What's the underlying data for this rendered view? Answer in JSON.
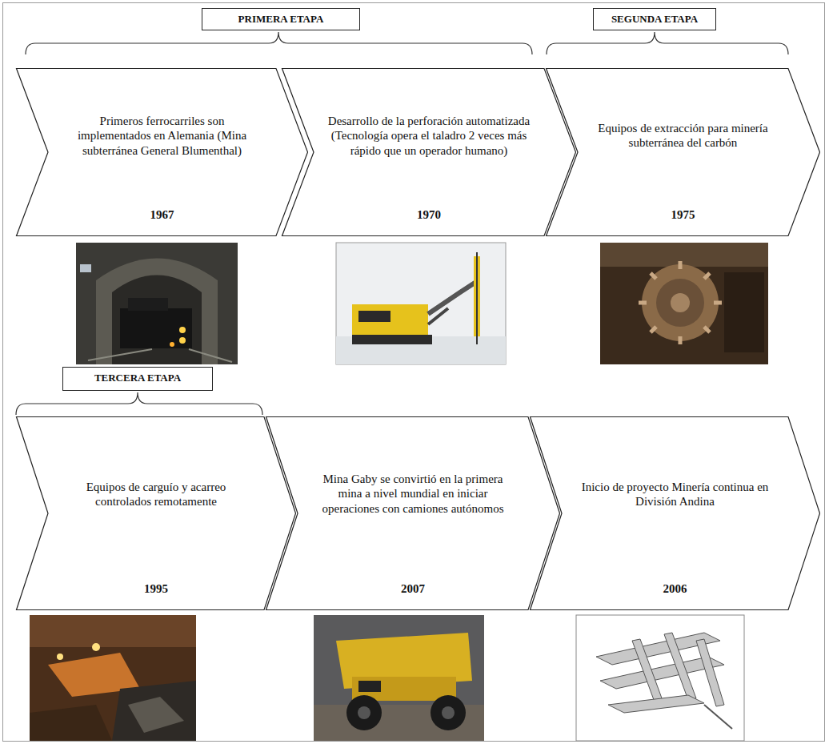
{
  "diagram": {
    "nodes": [
      {
        "text": [
          "PRIMERA ETAPA"
        ]
      },
      {
        "text": [
          "SEGUNDA ETAPA"
        ]
      },
      {
        "text": [
          "Primeros ferrocarriles son implementados en Alemania (Mina subterránea General Blumenthal)",
          "1967"
        ]
      },
      {
        "text": [
          "Desarrollo de la perforación automatizada (Tecnología opera el taladro 2 veces más rápido que un operador humano)",
          "1970"
        ]
      },
      {
        "text": [
          "Equipos de extracción para minería subterránea del carbón",
          "1975"
        ]
      },
      {
        "text": [
          "TERCERA ETAPA"
        ]
      },
      {
        "text": [
          "Equipos de carguío y acarreo controlados remotamente",
          "1995"
        ]
      },
      {
        "text": [
          "Mina Gaby se convirtió en la primera mina a nivel mundial en iniciar operaciones con camiones autónomos",
          "2007"
        ]
      },
      {
        "text": [
          "Inicio de proyecto Minería continua en División Andina",
          "2006"
        ]
      }
    ]
  }
}
